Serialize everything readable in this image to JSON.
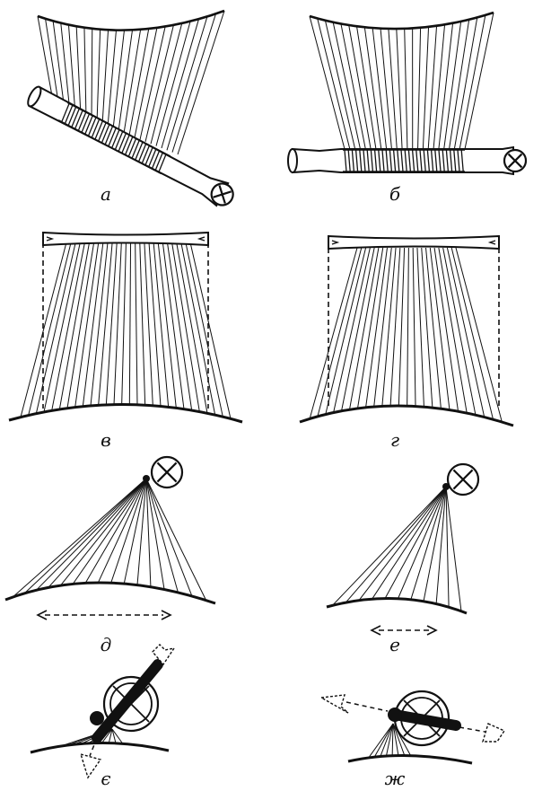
{
  "panels": [
    {
      "id": "a",
      "label": "а"
    },
    {
      "id": "b",
      "label": "б"
    },
    {
      "id": "v",
      "label": "в"
    },
    {
      "id": "g",
      "label": "г"
    },
    {
      "id": "d",
      "label": "д"
    },
    {
      "id": "e",
      "label": "е"
    },
    {
      "id": "ye",
      "label": "є"
    },
    {
      "id": "zh",
      "label": "ж"
    }
  ],
  "colors": {
    "ink": "#111111",
    "paper": "#ffffff"
  }
}
